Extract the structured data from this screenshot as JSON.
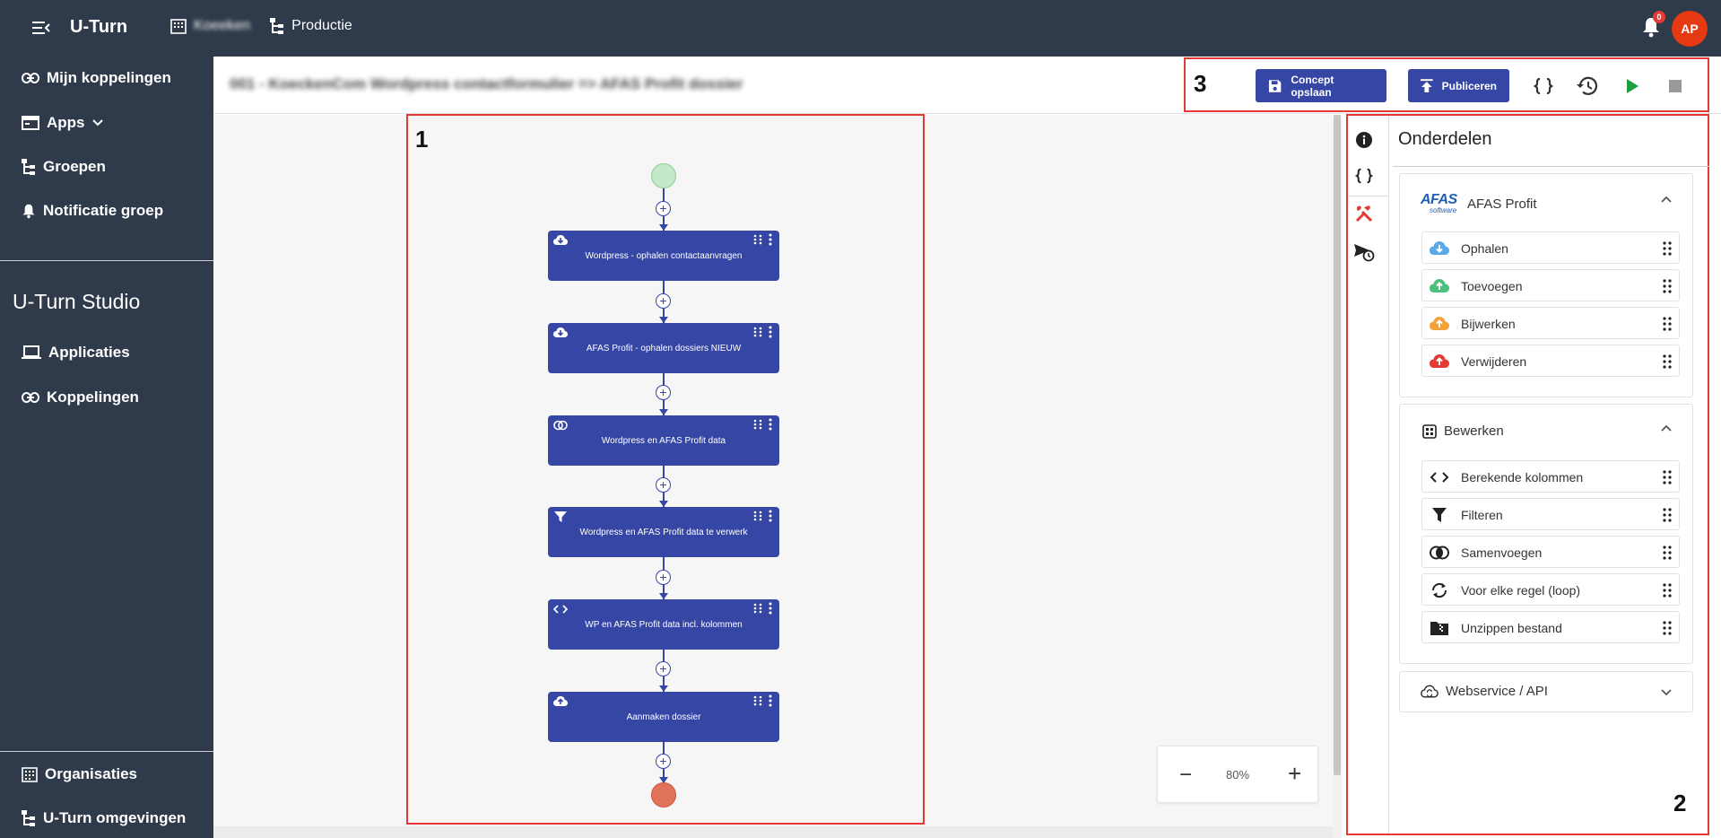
{
  "topbar": {
    "app_title": "U-Turn",
    "nav": [
      {
        "label": "Koeeken"
      },
      {
        "label": "Productie"
      }
    ],
    "notification_count": "0",
    "avatar_initials": "AP"
  },
  "sidebar": {
    "top_items": [
      {
        "label": "Mijn koppelingen"
      },
      {
        "label": "Apps"
      },
      {
        "label": "Groepen"
      },
      {
        "label": "Notificatie groep"
      }
    ],
    "section_title": "U-Turn Studio",
    "studio_items": [
      {
        "label": "Applicaties"
      },
      {
        "label": "Koppelingen"
      }
    ],
    "bottom_items": [
      {
        "label": "Organisaties"
      },
      {
        "label": "U-Turn omgevingen"
      }
    ]
  },
  "header": {
    "flow_title": "001 - KoeckenCom Wordpress contactformulier => AFAS Profit dossier"
  },
  "toolbar": {
    "box_number": "3",
    "save_label": "Concept opslaan",
    "publish_label": "Publiceren"
  },
  "canvas": {
    "box_number": "1",
    "nodes": [
      {
        "label": "Wordpress - ophalen contactaanvragen",
        "icon": "cloud-download-icon"
      },
      {
        "label": "AFAS Profit - ophalen dossiers NIEUW",
        "icon": "cloud-download-icon"
      },
      {
        "label": "Wordpress en AFAS Profit data",
        "icon": "merge-icon"
      },
      {
        "label": "Wordpress en AFAS Profit data te verwerk",
        "icon": "filter-icon"
      },
      {
        "label": "WP en AFAS Profit data incl. kolommen",
        "icon": "code-icon"
      },
      {
        "label": "Aanmaken dossier",
        "icon": "cloud-upload-icon"
      }
    ],
    "zoom": "80%"
  },
  "panel": {
    "box_number": "2",
    "title": "Onderdelen",
    "groups": [
      {
        "name": "AFAS Profit",
        "logo_text": "AFAS",
        "logo_sub": "software",
        "items": [
          {
            "label": "Ophalen",
            "color": "#5aa9e6"
          },
          {
            "label": "Toevoegen",
            "color": "#4cbf7d"
          },
          {
            "label": "Bijwerken",
            "color": "#f5a13a"
          },
          {
            "label": "Verwijderen",
            "color": "#e53935"
          }
        ]
      },
      {
        "name": "Bewerken",
        "items": [
          {
            "label": "Berekende kolommen"
          },
          {
            "label": "Filteren"
          },
          {
            "label": "Samenvoegen"
          },
          {
            "label": "Voor elke regel (loop)"
          },
          {
            "label": "Unzippen bestand"
          }
        ]
      },
      {
        "name": "Webservice / API"
      }
    ]
  },
  "colors": {
    "sidebar_bg": "#2f3a4a",
    "accent": "#3646a5",
    "highlight_red": "#e53935"
  }
}
